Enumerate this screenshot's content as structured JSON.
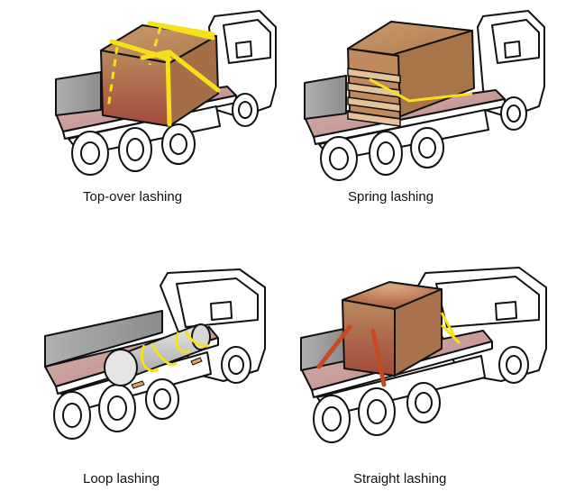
{
  "panels": [
    {
      "caption": "Top-over lashing"
    },
    {
      "caption": "Spring lashing"
    },
    {
      "caption": "Loop lashing"
    },
    {
      "caption": "Straight lashing"
    }
  ],
  "colors": {
    "truck_outline": "#111111",
    "truck_body": "#ffffff",
    "bed_floor": "#c9a0a0",
    "bed_wall": "#9a9a9a",
    "cargo_box": "#b9845a",
    "yellow_strap": "#f5e11a",
    "red_strap": "#c84a22",
    "pipe": "#c9c9c9"
  }
}
